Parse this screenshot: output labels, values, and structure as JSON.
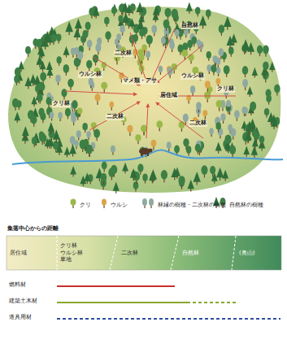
{
  "diagram": {
    "nodes": [
      {
        "text": [
          "居住域"
        ]
      },
      {
        "text": [
          "クリ林",
          "ウルシ林",
          "草地"
        ]
      },
      {
        "text": [
          "二次林"
        ]
      },
      {
        "text": [
          "自然林"
        ]
      },
      {
        "text": [
          "(奥山)"
        ]
      }
    ],
    "labels": [
      "自然林",
      "二次林",
      "ウルシ林",
      "マメ類・アサ",
      "ウルシ林",
      "クリ林",
      "クリ林",
      "居住域",
      "二次林",
      "二次林",
      "集落中心からの距離",
      "燃料材",
      "建築土木材",
      "道具用材"
    ],
    "legend": [
      {
        "text": "クリ"
      },
      {
        "text": "ウルシ"
      },
      {
        "text": "林縁の樹種・二次林の樹種"
      },
      {
        "text": "自然林の樹種"
      }
    ]
  }
}
